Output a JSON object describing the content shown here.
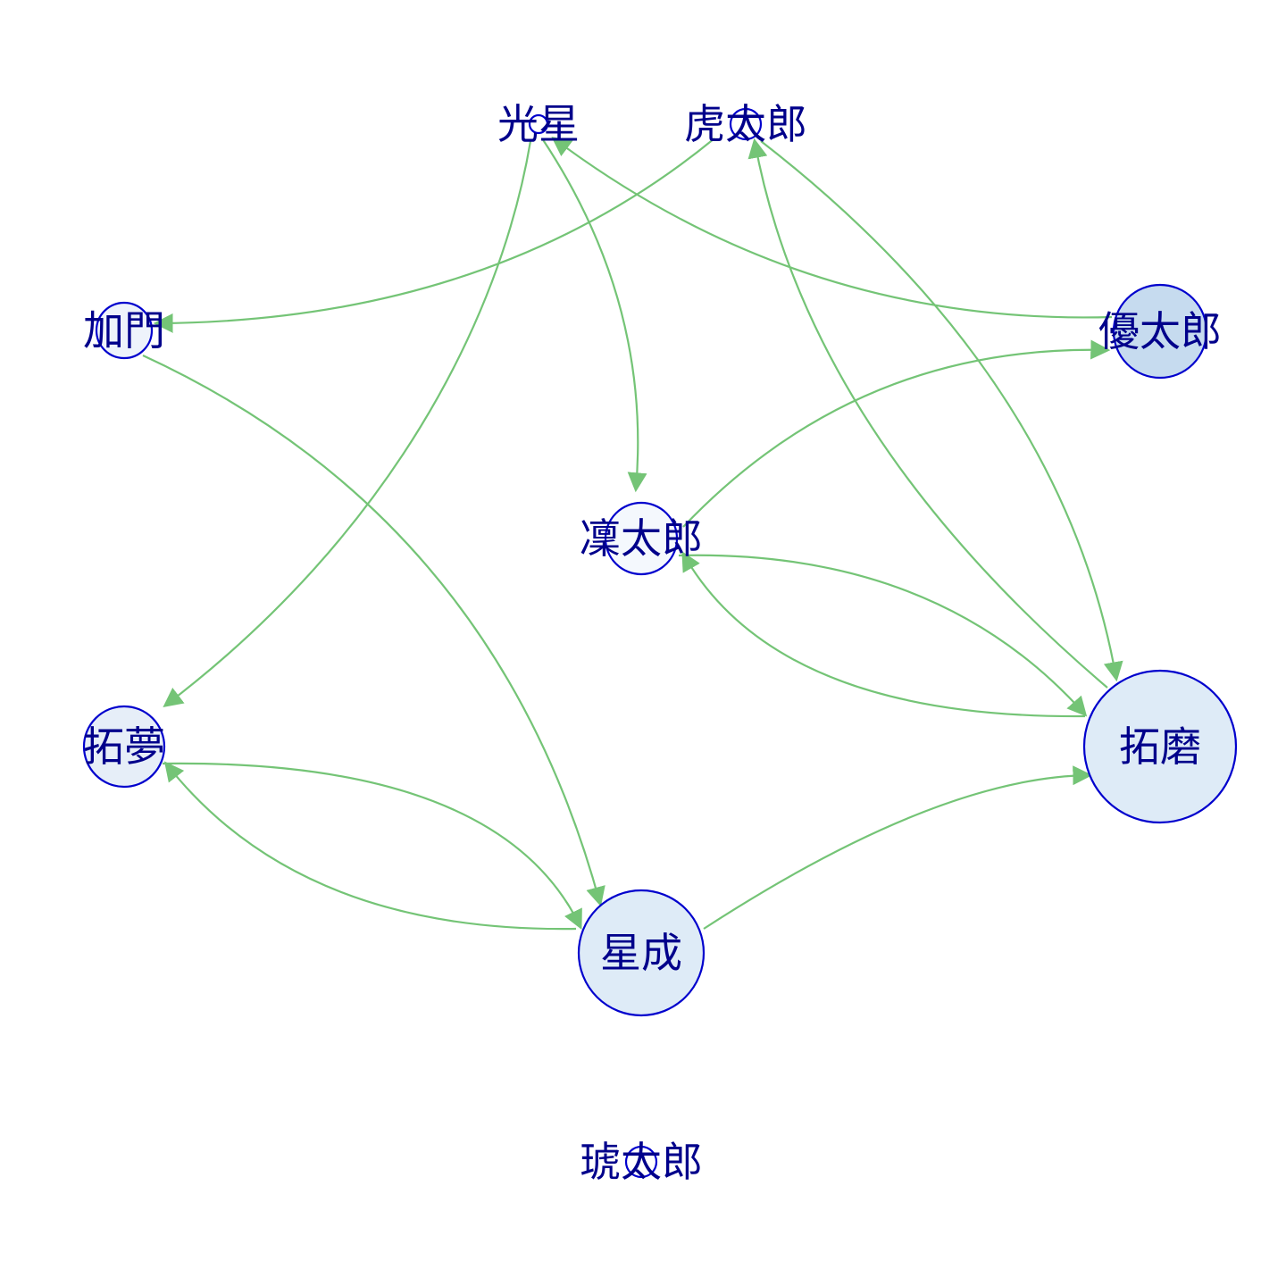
{
  "diagram": {
    "style": {
      "edge_color": "#74c476",
      "node_stroke": "#0000cd",
      "label_color": "#00008b"
    },
    "nodes": [
      {
        "id": "光星",
        "label": "光星",
        "fill": "#ffffff"
      },
      {
        "id": "虎太郎",
        "label": "虎太郎",
        "fill": "#ffffff"
      },
      {
        "id": "加門",
        "label": "加門",
        "fill": "#eef3fb"
      },
      {
        "id": "優太郎",
        "label": "優太郎",
        "fill": "#c6dbef"
      },
      {
        "id": "凜太郎",
        "label": "凜太郎",
        "fill": "#f4f8fd"
      },
      {
        "id": "拓夢",
        "label": "拓夢",
        "fill": "#e6eef8"
      },
      {
        "id": "拓磨",
        "label": "拓磨",
        "fill": "#deebf7"
      },
      {
        "id": "星成",
        "label": "星成",
        "fill": "#deebf7"
      },
      {
        "id": "琥太郎",
        "label": "琥太郎",
        "fill": "#ffffff"
      }
    ],
    "edges": [
      {
        "from": "光星",
        "to": "拓夢"
      },
      {
        "from": "光星",
        "to": "凜太郎"
      },
      {
        "from": "優太郎",
        "to": "光星"
      },
      {
        "from": "虎太郎",
        "to": "加門"
      },
      {
        "from": "虎太郎",
        "to": "拓磨"
      },
      {
        "from": "拓磨",
        "to": "虎太郎"
      },
      {
        "from": "加門",
        "to": "星成"
      },
      {
        "from": "凜太郎",
        "to": "優太郎"
      },
      {
        "from": "凜太郎",
        "to": "拓磨"
      },
      {
        "from": "拓磨",
        "to": "凜太郎"
      },
      {
        "from": "拓夢",
        "to": "星成"
      },
      {
        "from": "星成",
        "to": "拓夢"
      },
      {
        "from": "星成",
        "to": "拓磨"
      }
    ]
  }
}
